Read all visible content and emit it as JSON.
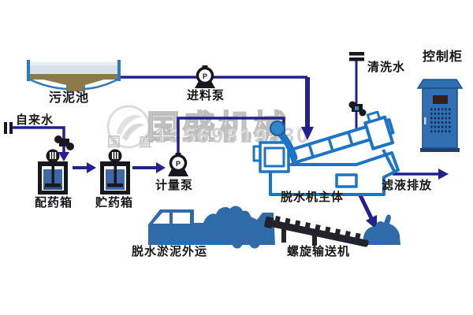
{
  "labels": {
    "sludge_pool": "污泥池",
    "tap_water": "自来水",
    "feed_pump": "进料泵",
    "dosing_tank": "配药箱",
    "storage_tank": "贮药箱",
    "metering_pump": "计量泵",
    "cleaning_water": "清洗水",
    "control_cabinet": "控制柜",
    "dewatering_machine": "脱水机主体",
    "filtrate_discharge": "滤液排放",
    "sludge_transport": "脱水淤泥外运",
    "screw_conveyor": "螺旋输送机"
  },
  "pump_symbol_letter": "P",
  "watermark": {
    "brand": "国盛机械",
    "phone": "13569819530",
    "logo_caption": "国 盛"
  },
  "colors": {
    "pipe_navy": "#22228e",
    "machine_blue_stroke": "#1b74c4",
    "solid_blue_fill": "#2e6ba8",
    "cabinet_blue": "#2f6fb2",
    "pool_water": "#d8e0ed",
    "sediment_brown": "#8b7a4b",
    "tank_water": "#3f68a6",
    "black_equipment": "#17171f",
    "watermark_grey": "#d4d4d4",
    "background": "#ffffff"
  }
}
